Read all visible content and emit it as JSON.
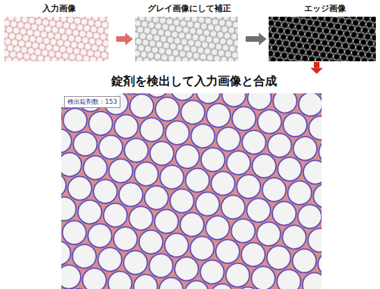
{
  "diagram": {
    "nodes": [
      {
        "text": [
          "入力画像"
        ]
      },
      {
        "text": [
          "グレイ画像にして補正"
        ]
      },
      {
        "text": [
          "エッジ画像"
        ]
      },
      {
        "text": [
          "錠剤を検出して入力画像と合成",
          "検出錠剤数：153"
        ]
      }
    ],
    "edges": [
      {
        "from": 0,
        "to": 1,
        "arrow": "to"
      },
      {
        "from": 1,
        "to": 2,
        "arrow": "to"
      },
      {
        "from": 2,
        "to": 3,
        "arrow": "to"
      }
    ]
  }
}
